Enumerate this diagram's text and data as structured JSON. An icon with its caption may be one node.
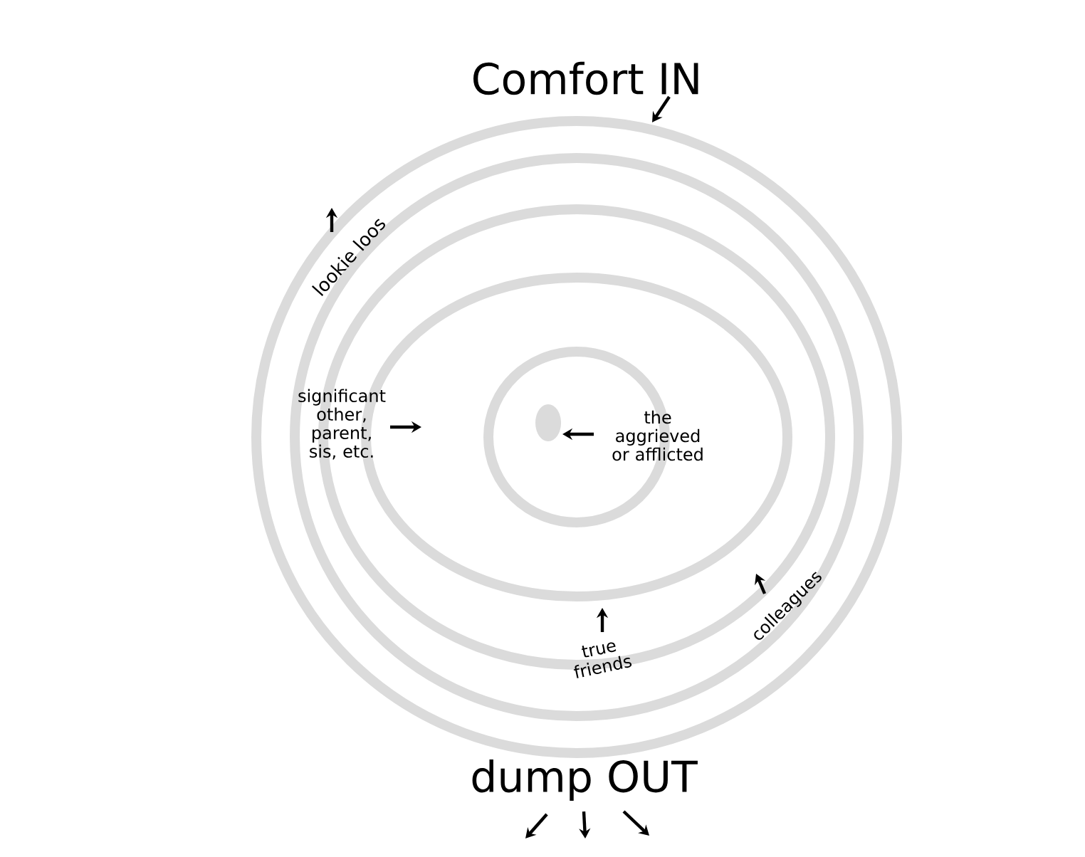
{
  "diagram": {
    "labels": [
      "Comfort IN",
      "lookie loos",
      "significant other, parent, sis, etc.",
      "the aggrieved or afflicted",
      "true friends",
      "colleagues",
      "dump OUT"
    ]
  }
}
